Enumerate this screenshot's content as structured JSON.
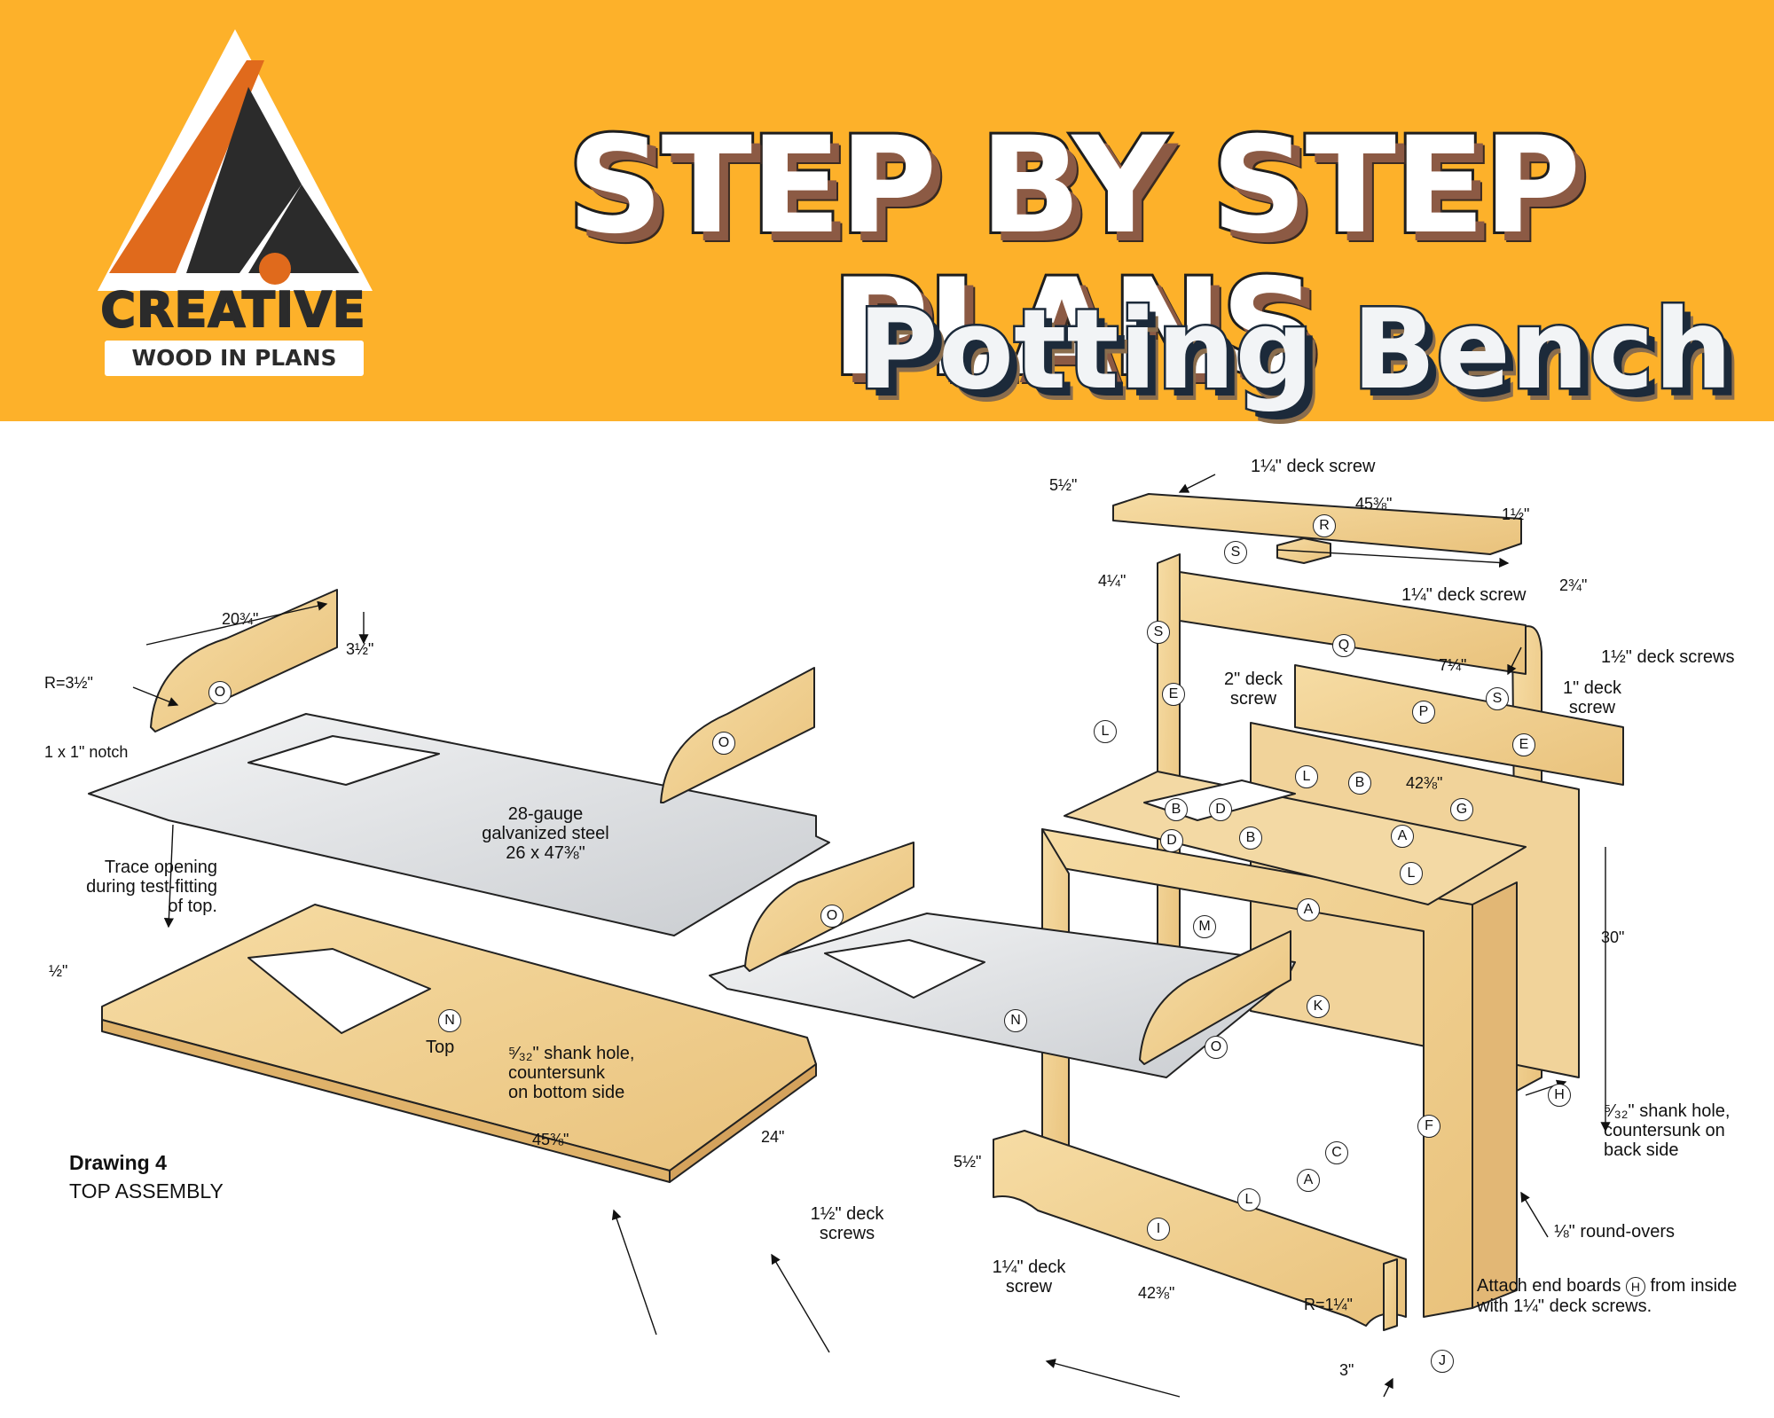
{
  "brand": {
    "name": "CREATIVE",
    "tagline": "WOOD IN PLANS",
    "colors": {
      "orange": "#e06a1c",
      "dark": "#2b2b2b",
      "banner": "#fdb12a"
    }
  },
  "header": {
    "title": "STEP BY STEP PLANS",
    "subtitle": "Potting Bench"
  },
  "drawing": {
    "number": "Drawing 4",
    "name": "TOP ASSEMBLY"
  },
  "left_assembly": {
    "dims": {
      "backsplash_length": "20¾\"",
      "backsplash_height": "3½\"",
      "radius": "R=3½\"",
      "notch": "1 x 1\" notch",
      "top_thickness": "½\"",
      "top_length": "45⅜\"",
      "top_width": "24\""
    },
    "notes": {
      "steel": [
        "28-gauge",
        "galvanized steel",
        "26 x 47⅜\""
      ],
      "trace": [
        "Trace opening",
        "during test-fitting",
        "of top."
      ],
      "shank": [
        "⁵⁄₃₂\" shank hole,",
        "countersunk",
        "on bottom side"
      ],
      "screws": [
        "1½\" deck",
        "screws"
      ],
      "top_label": "Top"
    },
    "callouts": {
      "o1": "O",
      "o2": "O",
      "n": "N"
    }
  },
  "right_assembly": {
    "dims": {
      "shelf_overhang": "5½\"",
      "shelf_length": "45⅜\"",
      "shelf_end": "1½\"",
      "shelf_depth": "2¾\"",
      "bracket": "4¼\"",
      "rail_offset": "7¼\"",
      "case_width": "42⅜\"",
      "height": "30\"",
      "apron_height": "5½\"",
      "apron_length": "42⅜\"",
      "apron_radius": "R=1¼\"",
      "foot": "3\""
    },
    "notes": {
      "screw_top": "1¼\" deck screw",
      "screw_mid": "1¼\" deck screw",
      "screw_2in": [
        "2\" deck",
        "screw"
      ],
      "screws_15": "1½\" deck screws",
      "screw_1in": [
        "1\" deck",
        "screw"
      ],
      "shank_back": [
        "⁵⁄₃₂\" shank hole,",
        "countersunk on",
        "back side"
      ],
      "roundovers": "⅛\" round-overs",
      "attach": [
        "Attach end boards",
        "from inside",
        "with 1¼\" deck screws."
      ],
      "attach_callout": "H",
      "screw_apron": [
        "1¼\" deck",
        "screw"
      ]
    },
    "callouts": {
      "r": "R",
      "s1": "S",
      "s2": "S",
      "s3": "S",
      "q": "Q",
      "e1": "E",
      "e2": "E",
      "p": "P",
      "l1": "L",
      "l2": "L",
      "l3": "L",
      "l4": "L",
      "b1": "B",
      "b2": "B",
      "b3": "B",
      "d1": "D",
      "d2": "D",
      "g": "G",
      "a1": "A",
      "a2": "A",
      "a3": "A",
      "m": "M",
      "o1": "O",
      "o2": "O",
      "n": "N",
      "k": "K",
      "h": "H",
      "f": "F",
      "c": "C",
      "i": "I",
      "j": "J"
    }
  }
}
